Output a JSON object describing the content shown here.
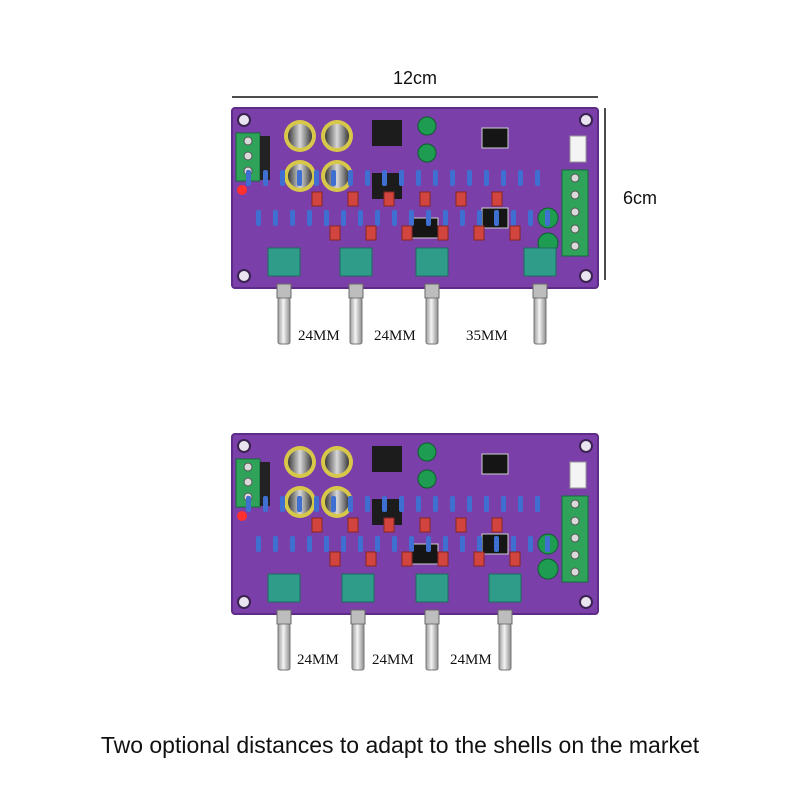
{
  "dimensions": {
    "width_label": "12cm",
    "height_label": "6cm"
  },
  "board_top": {
    "spacing_labels": [
      "24MM",
      "24MM",
      "35MM"
    ]
  },
  "board_bottom": {
    "spacing_labels": [
      "24MM",
      "24MM",
      "24MM"
    ]
  },
  "caption": "Two optional distances to adapt to the shells on the market",
  "colors": {
    "pcb": "#7a3fa8",
    "pcb_dark": "#5e2c86",
    "capacitor_green": "#1e9d52",
    "terminal_green": "#2fa35a",
    "pot_teal": "#2f9c8a",
    "resistor_blue": "#3f6fd1",
    "film_cap_red": "#d2453f"
  }
}
